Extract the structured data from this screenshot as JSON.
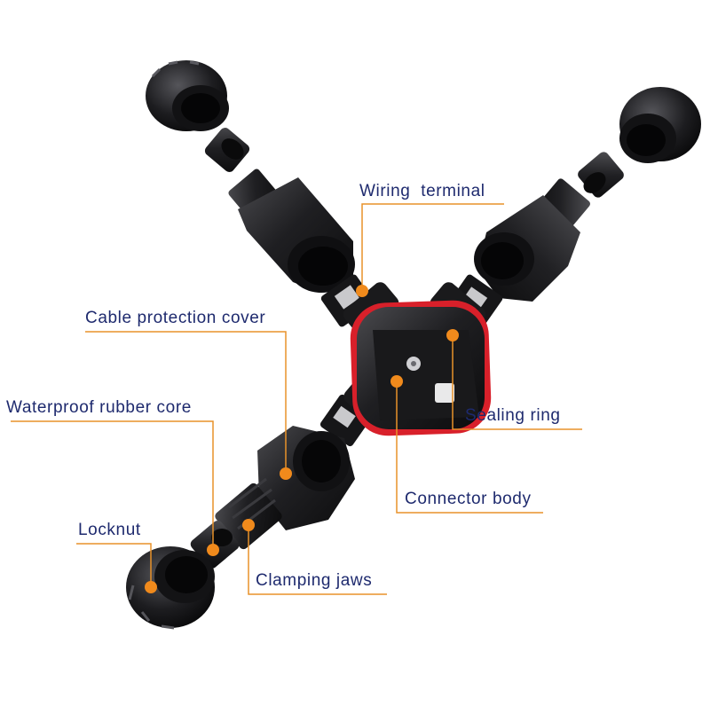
{
  "labels": {
    "wiring_terminal": "Wiring  terminal",
    "cable_protection_cover": "Cable protection cover",
    "waterproof_rubber_core": "Waterproof rubber core",
    "sealing_ring": "Sealing ring",
    "connector_body": "Connector body",
    "locknut": "Locknut",
    "clamping_jaws": "Clamping jaws"
  },
  "colors": {
    "label_text": "#1e2a6e",
    "leader_line": "#e8922a",
    "marker_dot": "#f08a1c",
    "plastic_body": "#1c1c1e",
    "seal_ring": "#d8202a",
    "background": "#ffffff"
  }
}
